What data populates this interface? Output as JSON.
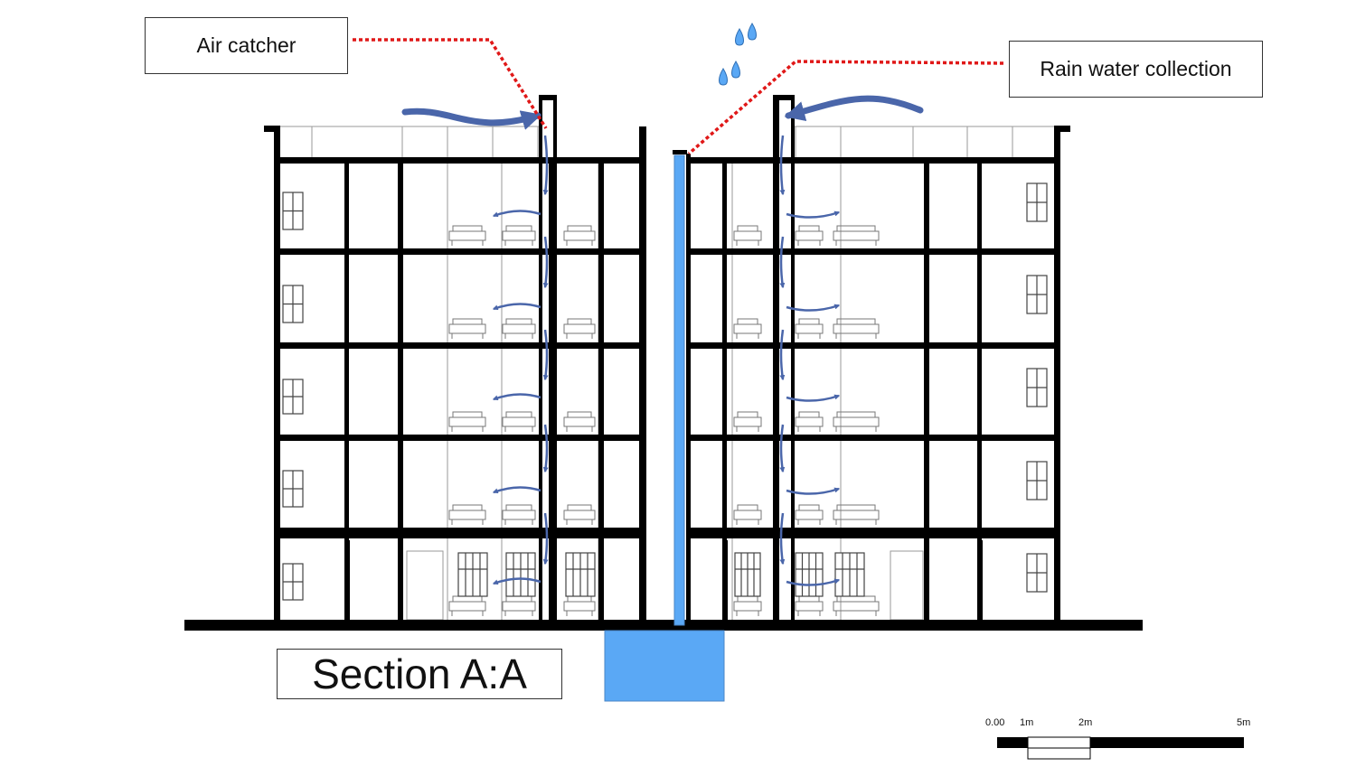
{
  "labels": {
    "air_catcher": "Air catcher",
    "rain_water": "Rain water collection",
    "section": "Section A:A"
  },
  "scale_bar": {
    "ticks": [
      "0.00",
      "1m",
      "2m",
      "5m"
    ]
  },
  "colors": {
    "structure": "#000000",
    "airflow": "#4a66aa",
    "water": "#5aa8f5",
    "leader": "#e01818",
    "thin_line": "#9a9a9a"
  },
  "icons": {
    "rain": "raindrop-icon",
    "airflow": "airflow-arrow-icon"
  }
}
